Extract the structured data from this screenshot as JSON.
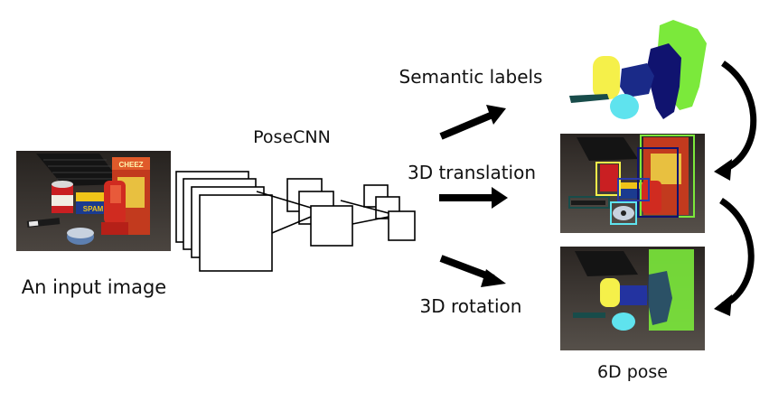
{
  "figure": {
    "labels": {
      "input_image": "An input image",
      "network": "PoseCNN",
      "semantic_labels": "Semantic labels",
      "translation": "3D translation",
      "rotation": "3D rotation",
      "pose": "6D pose"
    },
    "colors": {
      "stroke": "#000000",
      "mask_yellow": "#f5f04a",
      "mask_cyan": "#5fe3ee",
      "mask_navy": "#10136f",
      "mask_green": "#7be93b",
      "mask_teal": "#184c4a",
      "scene_background": "#3a3632"
    }
  }
}
